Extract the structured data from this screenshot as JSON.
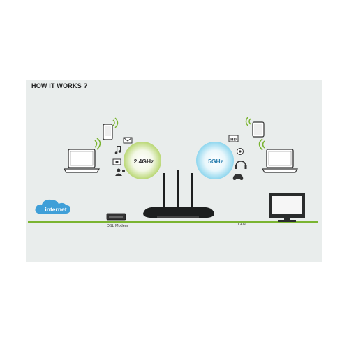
{
  "header": {
    "title": "HOW IT WORKS ?"
  },
  "bands": {
    "band_24": "2.4GHz",
    "band_5": "5GHz"
  },
  "nodes": {
    "internet": "internet",
    "modem": "DSL Modem",
    "lan": "LAN",
    "hd_badge": "HD"
  },
  "colors": {
    "panel": "#e9edec",
    "accent_green": "#7ab431",
    "band_24_glow": "#b9d774",
    "band_5_glow": "#8ed6ee",
    "cloud": "#3f9fd8",
    "router": "#1d1f1f"
  },
  "icons": [
    "laptop-icon",
    "smartphone-icon",
    "tablet-icon",
    "email-icon",
    "music-icon",
    "camera-icon",
    "contacts-icon",
    "hd-video-icon",
    "game-controller-icon",
    "headphones-icon",
    "webcam-icon",
    "wifi-signal-icon",
    "router-icon",
    "modem-icon",
    "monitor-icon",
    "cloud-icon"
  ]
}
